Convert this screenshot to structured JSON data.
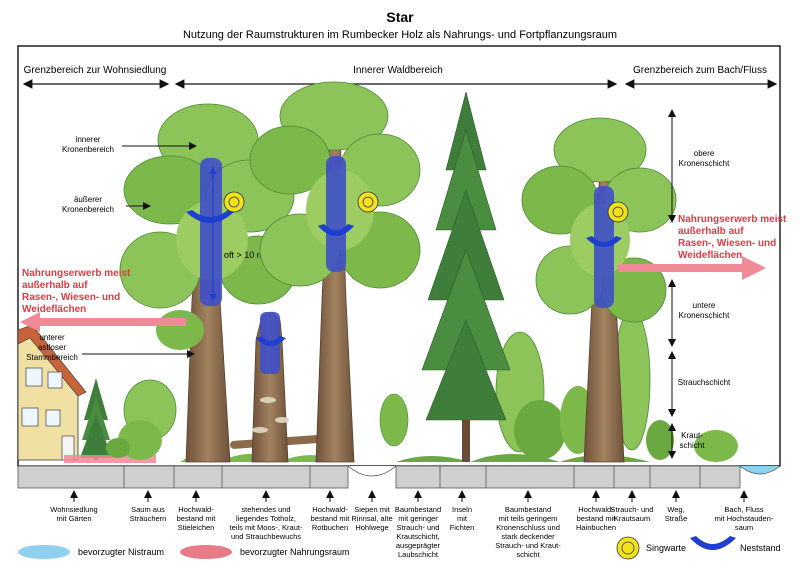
{
  "title": "Star",
  "subtitle": "Nutzung der Raumstrukturen im Rumbecker Holz als Nahrungs- und Fortpflanzungsraum",
  "zones": {
    "left": "Grenzbereich zur Wohnsiedlung",
    "middle": "Innerer Waldbereich",
    "right": "Grenzbereich zum Bach/Fluss"
  },
  "left_labels": {
    "inner_crown": [
      "innerer",
      "Kronenbereich"
    ],
    "outer_crown": [
      "äußerer",
      "Kronenbereich"
    ],
    "lower_trunk": [
      "unterer",
      "astloser",
      "Stammbereich"
    ]
  },
  "height_label": "oft > 10 m",
  "food_left": [
    "Nahrungserwerb meist",
    "außerhalb auf",
    "Rasen-, Wiesen- und",
    "Weideflächen"
  ],
  "food_right": [
    "Nahrungserwerb meist",
    "außerhalb auf",
    "Rasen-, Wiesen- und",
    "Weideflächen"
  ],
  "layers": {
    "upper_crown": [
      "obere",
      "Kronenschicht"
    ],
    "lower_crown": [
      "untere",
      "Kronenschicht"
    ],
    "shrub": [
      "Strauchschicht"
    ],
    "herb": [
      "Kraut-",
      "schicht"
    ]
  },
  "ground_labels": [
    [
      "Wohnsiedlung",
      "mit Gärten"
    ],
    [
      "Saum aus",
      "Sträuchern"
    ],
    [
      "Hochwald-",
      "bestand mit",
      "Stieleichen"
    ],
    [
      "stehendes und",
      "liegendes Totholz,",
      "teils mit Moos-, Kraut-",
      "und Strauchbewuchs"
    ],
    [
      "Hochwald-",
      "bestand mit",
      "Rotbuchen"
    ],
    [
      "Siepen mit",
      "Rinnsal, alte",
      "Hohlwege"
    ],
    [
      "Baumbestand",
      "mit geringer",
      "Strauch- und",
      "Krautschicht,",
      "ausgeprägter",
      "Laubschicht"
    ],
    [
      "Inseln",
      "mit",
      "Fichten"
    ],
    [
      "Baumbestand",
      "mit teils geringem",
      "Kronenschluss und",
      "stark deckender",
      "Strauch- und Kraut-",
      "schicht"
    ],
    [
      "Hochwald-",
      "bestand mit",
      "Hainbuchen"
    ],
    [
      "Strauch- und",
      "Krautsaum"
    ],
    [
      "Weg,",
      "Straße"
    ],
    [
      "Bach, Fluss",
      "mit Hochstauden-",
      "saum"
    ]
  ],
  "legend": {
    "nest_space": "bevorzugter Nistraum",
    "food_space": "bevorzugter Nahrungsraum",
    "song_post": "Singwarte",
    "nest_site": "Neststand"
  },
  "colors": {
    "nest_blue": "#3f4fc8",
    "food_red": "#f08a96",
    "legend_blue": "#8fd0ee",
    "legend_red": "#e77b88",
    "song_yellow": "#f2e21c",
    "leaf": "#7cbd4a",
    "leaf_dark": "#4d9a32",
    "trunk": "#8a6a4a",
    "ground": "#cfcfcf"
  }
}
